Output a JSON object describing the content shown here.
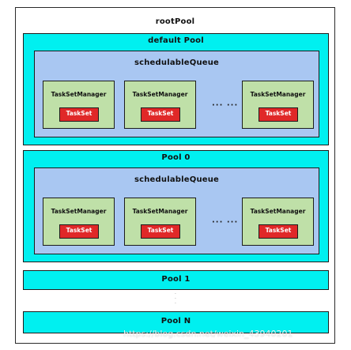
{
  "root": {
    "label": "rootPool"
  },
  "pools": {
    "default": {
      "label": "default Pool",
      "queue_label": "schedulableQueue"
    },
    "pool0": {
      "label": "Pool 0",
      "queue_label": "schedulableQueue"
    },
    "pool1": {
      "label": "Pool 1"
    },
    "poolN": {
      "label": "Pool N"
    }
  },
  "task_set_manager": {
    "label": "TaskSetManager",
    "task_label": "TaskSet"
  },
  "ellipsis": "··· ···",
  "vertical_ellipsis": "·\n·\n·",
  "watermark": "https://blog.csdn.net/weixin_43940201"
}
